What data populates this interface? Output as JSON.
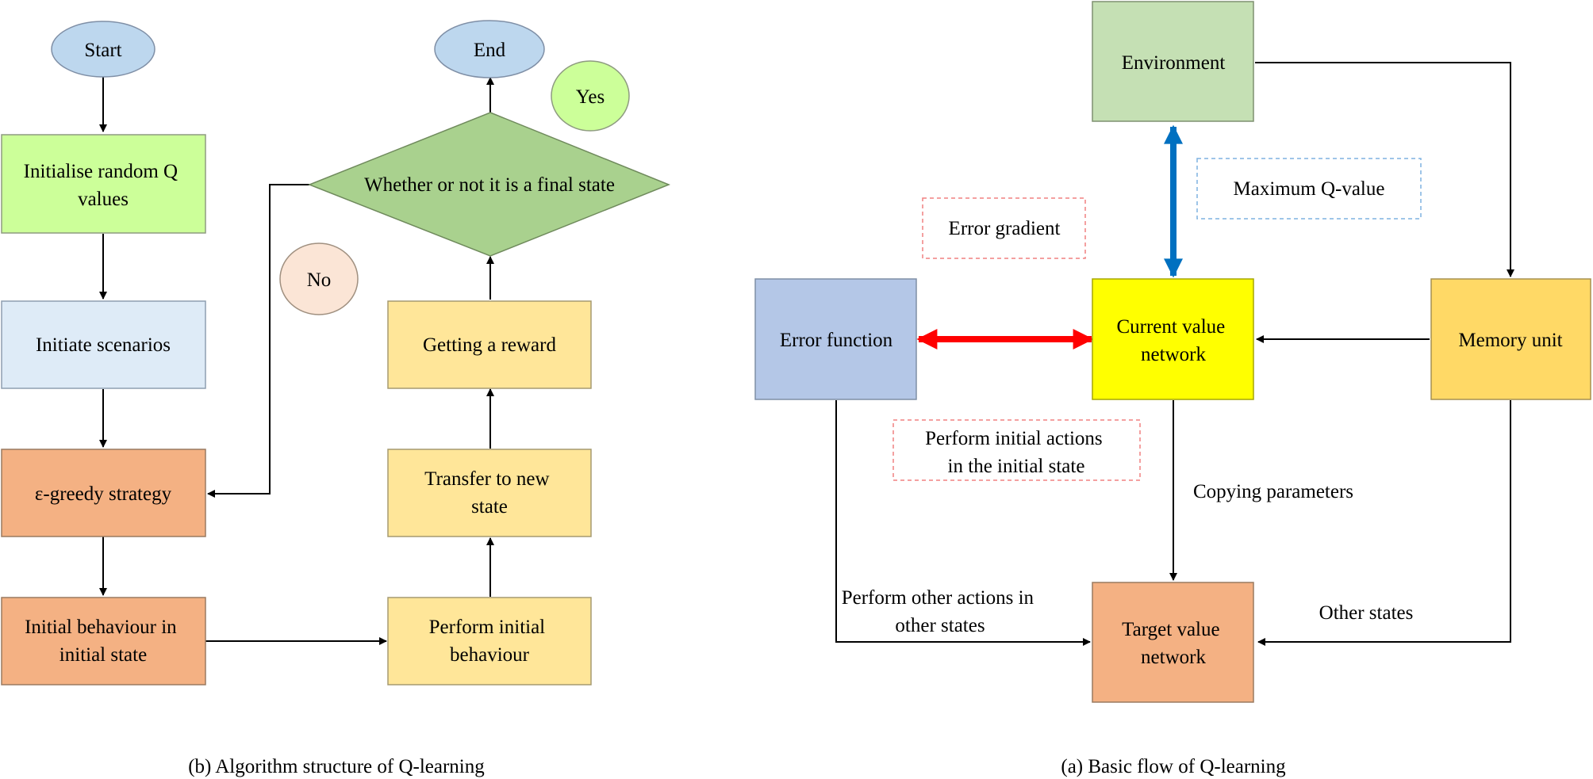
{
  "left_flowchart": {
    "caption": "(b) Algorithm structure of Q-learning",
    "start": "Start",
    "end": "End",
    "init_q": [
      "Initialise random Q",
      "values"
    ],
    "initiate_scenarios": "Initiate scenarios",
    "egreedy": "ε-greedy strategy",
    "initial_behaviour": [
      "Initial behaviour in",
      "initial state"
    ],
    "perform_initial": [
      "Perform initial",
      "behaviour"
    ],
    "transfer": [
      "Transfer to new",
      "state"
    ],
    "reward": "Getting a reward",
    "decision": "Whether or not it is a final state",
    "yes": "Yes",
    "no": "No"
  },
  "right_diagram": {
    "caption": "(a) Basic flow of Q-learning",
    "environment": "Environment",
    "max_q": "Maximum Q-value",
    "error_gradient": "Error gradient",
    "error_function": "Error function",
    "current_network": [
      "Current value",
      "network"
    ],
    "memory_unit": "Memory unit",
    "perform_initial_actions": [
      "Perform initial actions",
      "in the initial state"
    ],
    "copying_parameters": "Copying parameters",
    "perform_other_actions": [
      "Perform other actions in",
      "other states"
    ],
    "other_states": "Other states",
    "target_network": [
      "Target value",
      "network"
    ]
  },
  "colors": {
    "start_end": "#bdd7ee",
    "init_q": "#ccff99",
    "initiate_scenarios": "#deebf7",
    "orange": "#f4b183",
    "yellow_box": "#ffe699",
    "decision": "#a9d18e",
    "yes_circle": "#ccff99",
    "no_circle": "#fbe5d6",
    "environment": "#c5e0b4",
    "error_function": "#b4c7e7",
    "current_network": "#ffff00",
    "memory_unit": "#ffd966",
    "target_network": "#f4b183",
    "red_arrow": "#ff0000",
    "blue_arrow": "#0070c0",
    "stroke": "#000000"
  }
}
